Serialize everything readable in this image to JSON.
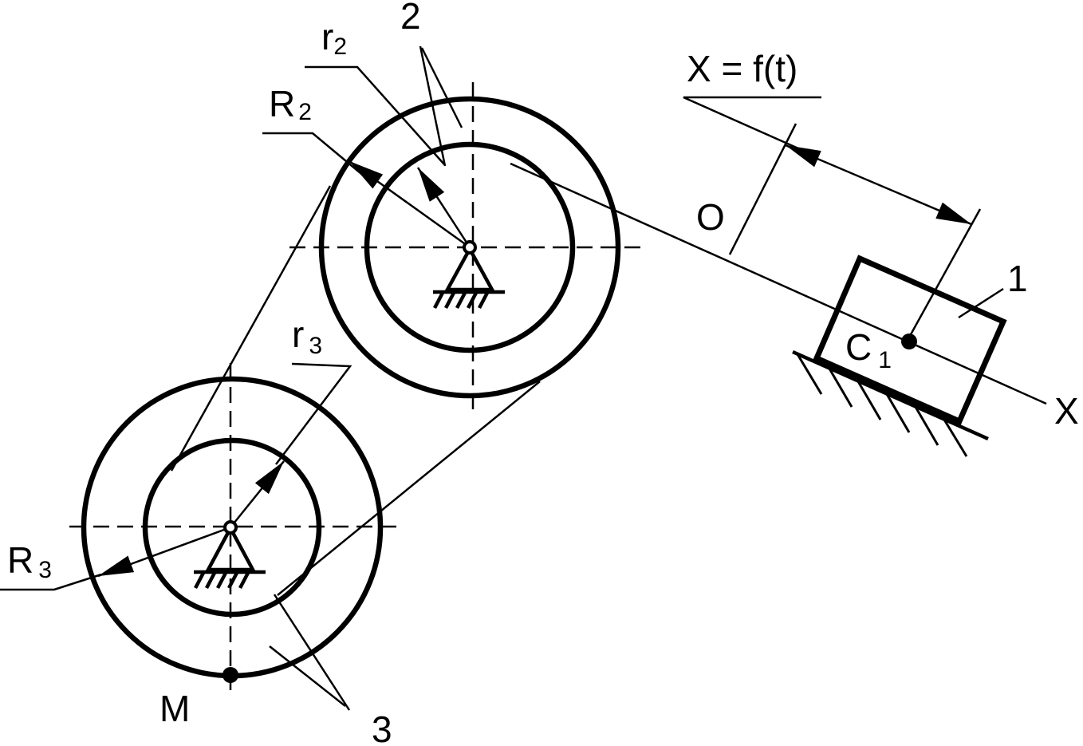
{
  "labels": {
    "r2": {
      "main": "r",
      "sub": "2"
    },
    "R2": {
      "main": "R",
      "sub": "2"
    },
    "num2": "2",
    "law": "X = f(t)",
    "O": "O",
    "num1": "1",
    "C1": {
      "main": "C",
      "sub": "1"
    },
    "X": "X",
    "r3": {
      "main": "r",
      "sub": "3"
    },
    "R3": {
      "main": "R",
      "sub": "3"
    },
    "M": "M",
    "num3": "3"
  }
}
